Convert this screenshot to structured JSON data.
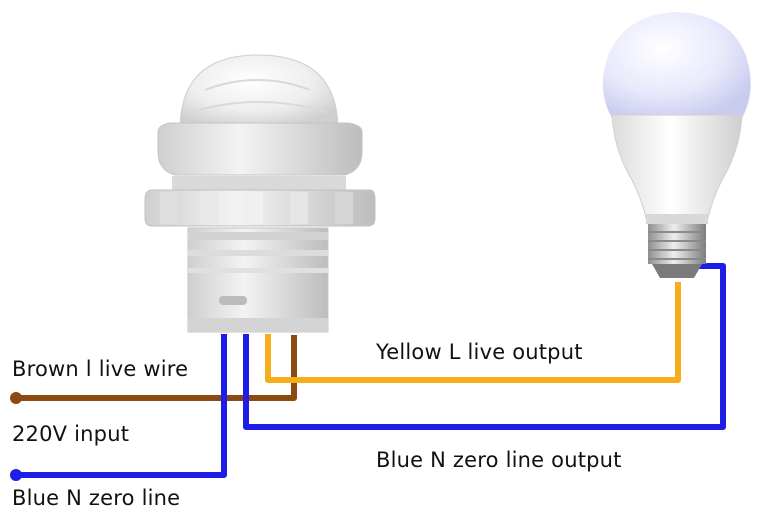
{
  "labels": {
    "brown_wire": "Brown l live wire",
    "input_voltage": "220V input",
    "blue_neutral": "Blue N zero line",
    "yellow_output": "Yellow L live output",
    "blue_output": "Blue N zero line output"
  },
  "colors": {
    "brown_wire": "#8a4a12",
    "yellow_wire": "#f5ad1a",
    "blue_wire": "#1d1de6",
    "sensor_body": "#e9e9e9",
    "bulb_glass": "#e8e9fb",
    "bulb_base": "#bfbfbf"
  },
  "icons": {
    "sensor": "pir-motion-sensor-icon",
    "bulb": "led-bulb-icon"
  }
}
